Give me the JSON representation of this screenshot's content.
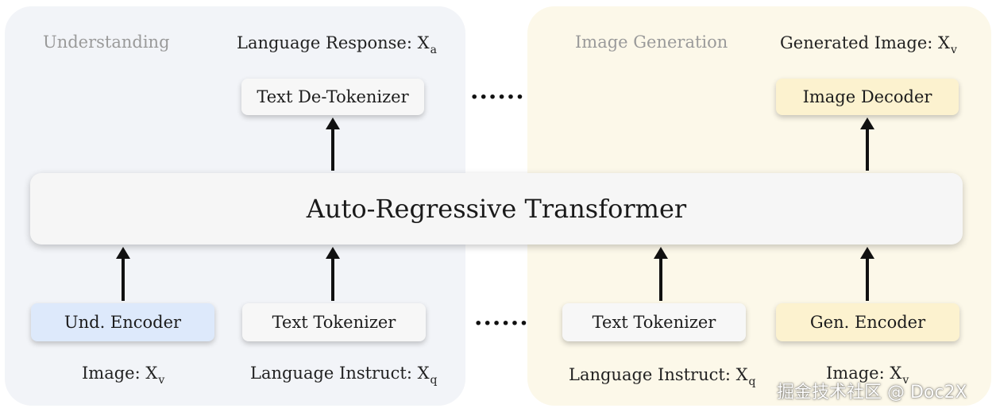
{
  "sections": {
    "understanding": "Understanding",
    "image_generation": "Image Generation"
  },
  "outputs": {
    "language_response": {
      "text": "Language Response: X",
      "sub": "a"
    },
    "generated_image": {
      "text": "Generated Image: X",
      "sub": "v"
    }
  },
  "boxes": {
    "text_detokenizer": "Text De-Tokenizer",
    "image_decoder": "Image Decoder",
    "transformer": "Auto-Regressive Transformer",
    "und_encoder": "Und. Encoder",
    "text_tokenizer_left": "Text Tokenizer",
    "text_tokenizer_right": "Text Tokenizer",
    "gen_encoder": "Gen. Encoder"
  },
  "inputs": {
    "image_left": {
      "text": "Image: X",
      "sub": "v"
    },
    "language_instruct_left": {
      "text": "Language Instruct: X",
      "sub": "q"
    },
    "language_instruct_right": {
      "text": "Language Instruct: X",
      "sub": "q"
    },
    "image_right": {
      "text": "Image: X",
      "sub": "v"
    }
  },
  "ellipsis": "······",
  "watermark": "掘金技术社区 @ Doc2X",
  "colors": {
    "understanding_panel": "#f2f4f8",
    "generation_panel": "#fcf8e9",
    "und_encoder": "#dde9fb",
    "gen_boxes": "#fcf2cf",
    "neutral_box": "#f7f7f7"
  }
}
